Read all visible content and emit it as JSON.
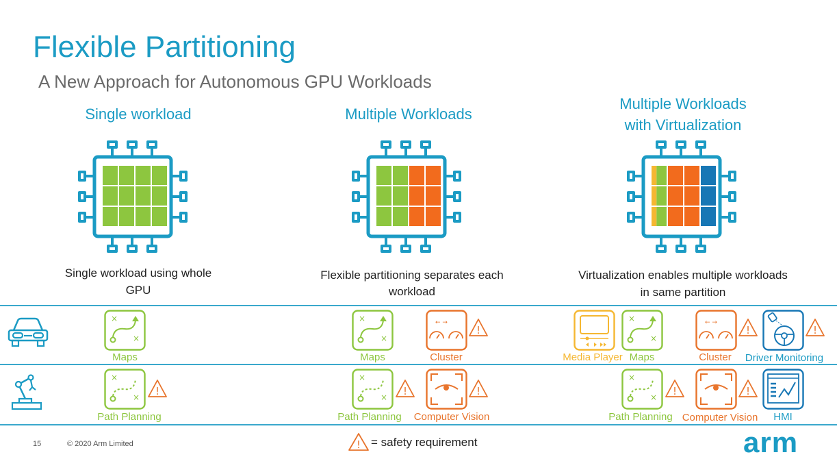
{
  "slide": {
    "title": "Flexible Partitioning",
    "subtitle": "A New Approach for Autonomous GPU Workloads"
  },
  "columns": [
    {
      "heading": "Single workload",
      "description_line1": "Single workload using whole",
      "description_line2": "GPU"
    },
    {
      "heading": "Multiple Workloads",
      "description_line1": "Flexible partitioning separates each",
      "description_line2": "workload"
    },
    {
      "heading_line1": "Multiple Workloads",
      "heading_line2": "with Virtualization",
      "description_line1": "Virtualization enables multiple workloads",
      "description_line2": "in same partition"
    }
  ],
  "rows": {
    "automotive": {
      "icon": "car-icon",
      "labels": [
        "Maps",
        "Maps",
        "Cluster",
        "Media Player",
        "Maps",
        "Cluster",
        "Driver Monitoring"
      ]
    },
    "robotics": {
      "icon": "robot-arm-icon",
      "labels": [
        "Path Planning",
        "Path Planning",
        "Computer Vision",
        "Path Planning",
        "Computer Vision",
        "HMI"
      ]
    }
  },
  "footer": {
    "page_number": "15",
    "copyright": "© 2020 Arm Limited",
    "legend": "= safety requirement",
    "logo": "arm"
  },
  "colors": {
    "accent": "#1b9bc4",
    "green": "#8dc63f",
    "orange": "#f26b1d",
    "yellow": "#f5b731",
    "blue": "#1777b5"
  }
}
